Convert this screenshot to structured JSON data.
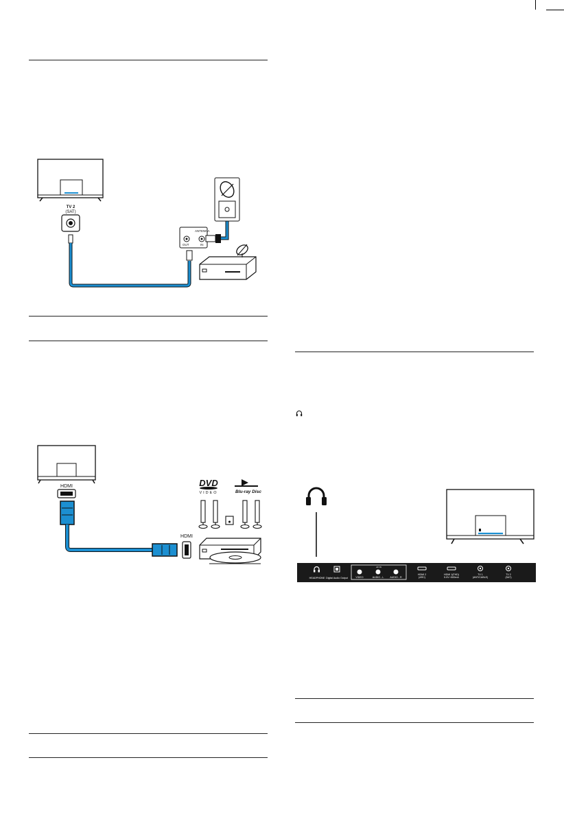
{
  "satellite_diagram": {
    "tv_port_label_line1": "TV 2",
    "tv_port_label_line2": "(SAT)",
    "antenna_label": "ANTENNA",
    "out_label": "OUT",
    "in_label": "IN"
  },
  "hdmi_diagram": {
    "cable_label_tv": "HDMI",
    "cable_label_device": "HDMI",
    "dvd_logo_text": "DVD",
    "dvd_logo_sub": "VIDEO",
    "bluray_logo_text": "Blu-ray Disc"
  },
  "headphone_diagram": {
    "inline_icon": "headphone-icon",
    "port_labels": [
      "HEADPHONE",
      "Digital Audio Output",
      "AV IN",
      "VIDEO",
      "AUDIO - L",
      "AUDIO - R",
      "HDMI 2\n(ARC)",
      "HDMI 1(FHD)\n5.0V⎓500mA",
      "TV 1\n(ANT/CABLE)",
      "TV 2\n(SAT)"
    ]
  },
  "colors": {
    "cable_blue": "#1c8fd1",
    "line": "#222222",
    "panel": "#1a1a1a"
  }
}
